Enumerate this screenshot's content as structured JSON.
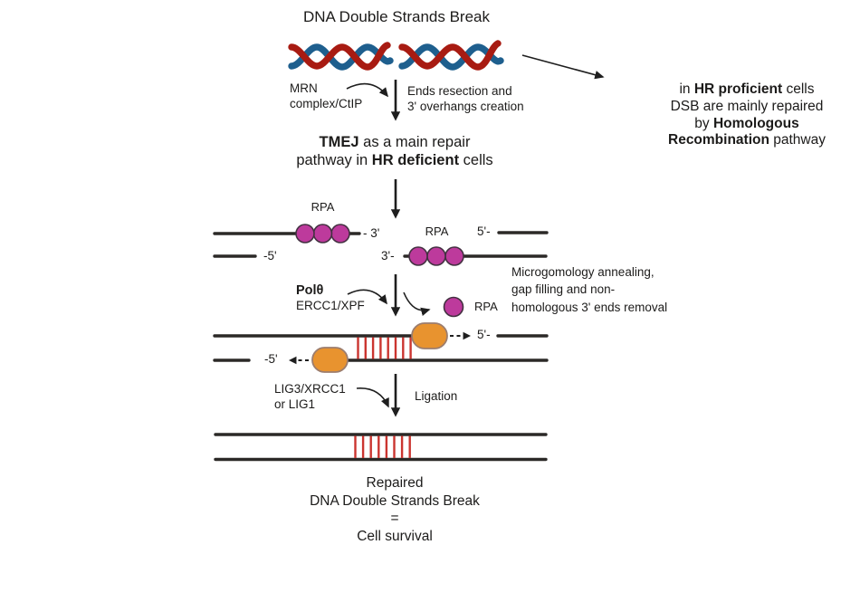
{
  "title": "DNA Double Strands Break",
  "colors": {
    "text": "#1c1b1a",
    "strand_line": "#2b2927",
    "helix_red": "#a81b12",
    "helix_blue": "#1e5f8e",
    "rpa_fill": "#bd3a9c",
    "rpa_stroke": "#433141",
    "pol_fill": "#e8932f",
    "pol_stroke": "#9c7d6e",
    "tick_red": "#cb3530",
    "arrow": "#1e1e1e"
  },
  "hr_note": {
    "line1_pre": "in ",
    "line1_bold": "HR proficient",
    "line1_post": " cells",
    "line2": "DSB are mainly repaired",
    "line3_pre": "by ",
    "line3_bold": "Homologous",
    "line4_bold": "Recombination",
    "line4_post": " pathway"
  },
  "resection_step": {
    "enzyme_line1": "MRN",
    "enzyme_line2": "complex/CtIP",
    "action_line1": "Ends resection and",
    "action_line2": "3' overhangs creation"
  },
  "tmej_heading": {
    "line1_bold": "TMEJ",
    "line1_rest": " as a main repair",
    "line2_pre": "pathway in ",
    "line2_bold": "HR deficient",
    "line2_post": " cells"
  },
  "resected_dna": {
    "rpa_left_label": "RPA",
    "rpa_right_label": "RPA",
    "end_3_left": "- 3'",
    "end_5_bottom_left": "-5'",
    "end_3_right": "3'-",
    "end_5_top_right": "5'-"
  },
  "annealing_step": {
    "enzyme_line1": "Polθ",
    "enzyme_line2": "ERCC1/XPF",
    "rpa_released_label": "RPA",
    "note_line1": "Microgomology annealing,",
    "note_line2": "gap filling and non-",
    "note_line3": "homologous 3' ends removal",
    "end_5_right": "5'-",
    "end_5_left": "-5'"
  },
  "ligation_step": {
    "enzyme_line1": "LIG3/XRCC1",
    "enzyme_line2": "or LIG1",
    "action": "Ligation"
  },
  "result": {
    "line1": "Repaired",
    "line2": "DNA Double Strands Break",
    "line3": "=",
    "line4": "Cell survival"
  }
}
